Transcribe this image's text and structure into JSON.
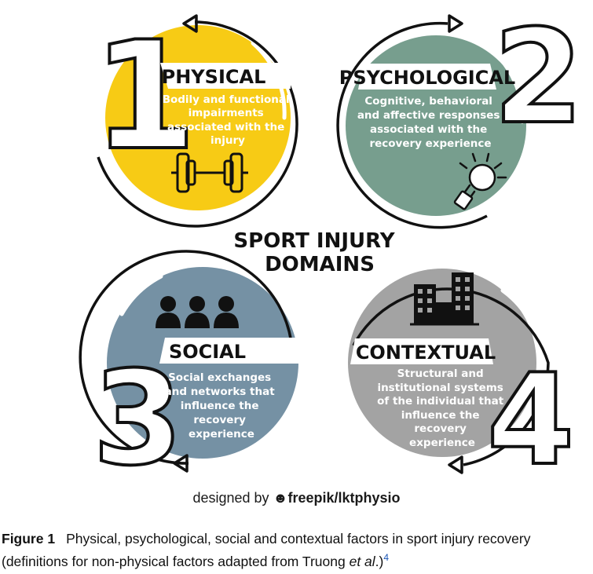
{
  "center_title": {
    "line1": "SPORT INJURY",
    "line2": "DOMAINS"
  },
  "domains": [
    {
      "number": "1",
      "title": "PHYSICAL",
      "description": [
        "Bodily and functional",
        "impairments",
        "associated with the",
        "injury"
      ],
      "icon": "dumbbell-icon",
      "color": "#f7cb15"
    },
    {
      "number": "2",
      "title": "PSYCHOLOGICAL",
      "description": [
        "Cognitive, behavioral",
        "and affective responses",
        "associated with the",
        "recovery experience"
      ],
      "icon": "lightbulb-icon",
      "color": "#779e8e"
    },
    {
      "number": "3",
      "title": "SOCIAL",
      "description": [
        "Social exchanges",
        "and networks that",
        "influence the",
        "recovery",
        "experience"
      ],
      "icon": "people-icon",
      "color": "#7591a4"
    },
    {
      "number": "4",
      "title": "CONTEXTUAL",
      "description": [
        "Structural and",
        "institutional systems",
        "of the individual that",
        "influence the",
        "recovery",
        "experience"
      ],
      "icon": "buildings-icon",
      "color": "#a3a3a3"
    }
  ],
  "credit": {
    "prefix": "designed by",
    "brand1": "freepik",
    "separator": "/",
    "brand2": "lktphysio"
  },
  "caption": {
    "label": "Figure 1",
    "text": "Physical, psychological, social and contextual factors in sport injury recovery (definitions for non-physical factors adapted from Truong ",
    "et_al": "et al",
    "end": ".)",
    "ref": "4"
  }
}
